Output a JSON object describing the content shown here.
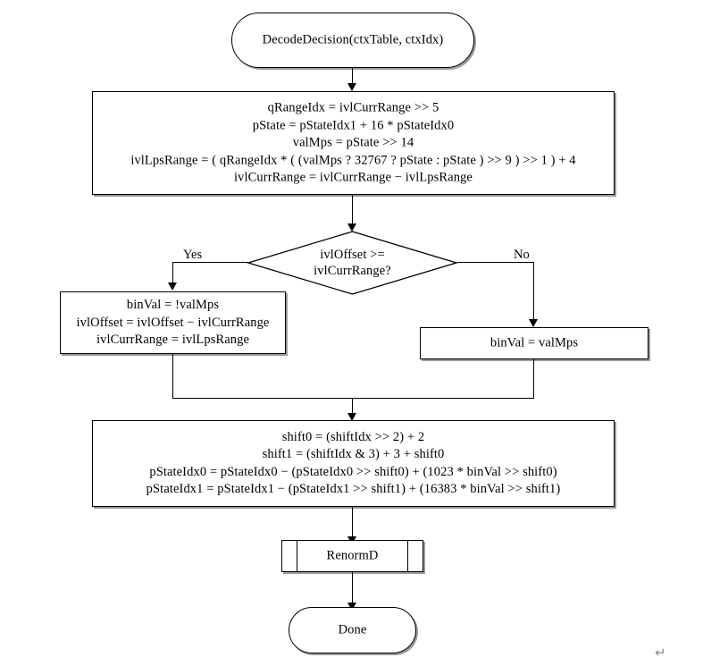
{
  "diagram": {
    "title": "DecodeDecision flowchart",
    "end_mark": "↵",
    "colors": {
      "stroke": "#000000",
      "fill": "#ffffff",
      "shadow": "#9a9a9a",
      "mark": "#8a8a8a"
    }
  },
  "nodes": {
    "start": {
      "shape": "terminator",
      "label": "DecodeDecision(ctxTable, ctxIdx)"
    },
    "range_update": {
      "shape": "process",
      "label": "qRangeIdx = ivlCurrRange >> 5\npState = pStateIdx1 + 16 * pStateIdx0\nvalMps = pState >> 14\nivlLpsRange = ( qRangeIdx * ( (valMps ?  32767 ? pState : pState ) >> 9 ) >> 1 ) + 4\nivlCurrRange = ivlCurrRange − ivlLpsRange"
    },
    "decision": {
      "shape": "decision",
      "label": "ivlOffset >=\nivlCurrRange?",
      "yes_label": "Yes",
      "no_label": "No"
    },
    "lps_branch": {
      "shape": "process",
      "label": "binVal = !valMps\nivlOffset = ivlOffset − ivlCurrRange\nivlCurrRange = ivlLpsRange"
    },
    "mps_branch": {
      "shape": "process",
      "label": "binVal = valMps"
    },
    "state_update": {
      "shape": "process",
      "label": "shift0 = (shiftIdx >> 2) + 2\nshift1 = (shiftIdx & 3) + 3 + shift0\npStateIdx0 = pStateIdx0 − (pStateIdx0 >> shift0) + (1023 * binVal >> shift0)\npStateIdx1 = pStateIdx1 − (pStateIdx1 >> shift1) + (16383 * binVal >> shift1)"
    },
    "renorm": {
      "shape": "predefined-process",
      "label": "RenormD"
    },
    "done": {
      "shape": "terminator",
      "label": "Done"
    }
  }
}
